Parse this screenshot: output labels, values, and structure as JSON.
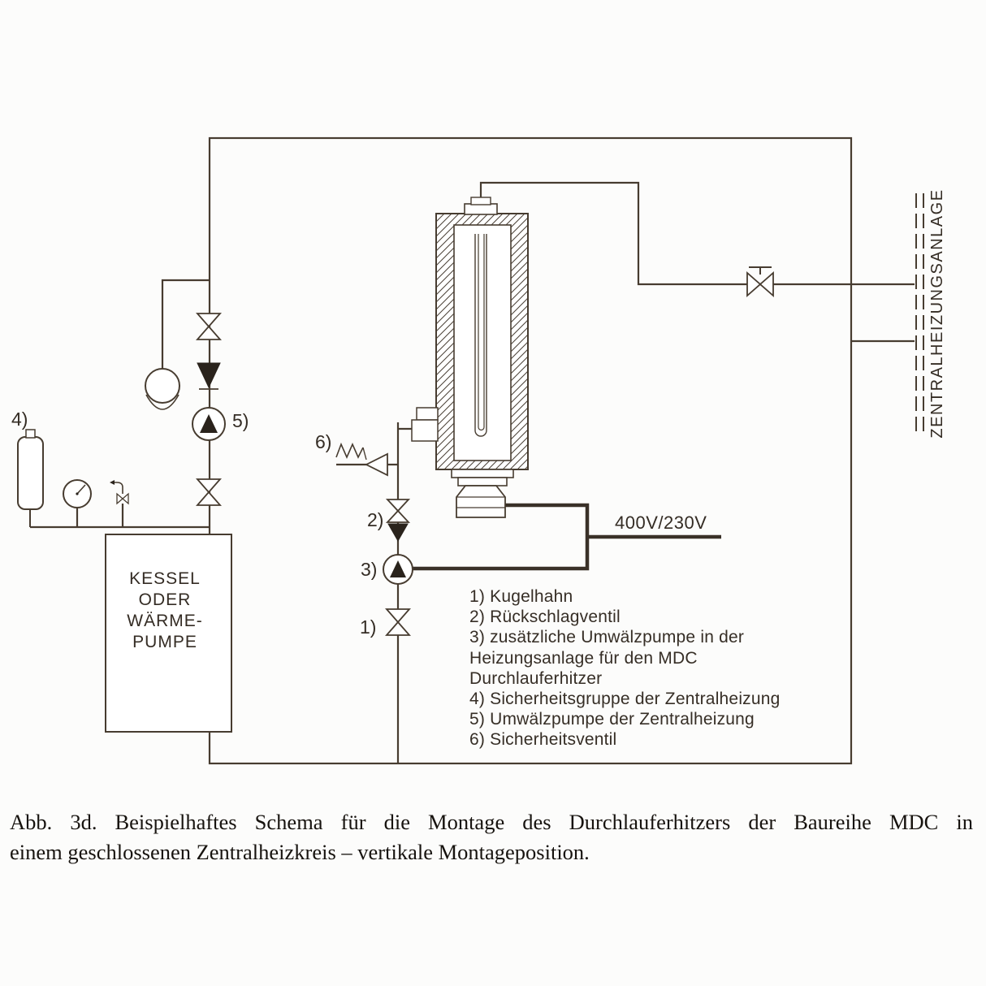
{
  "labels": {
    "n1": "1)",
    "n2": "2)",
    "n3": "3)",
    "n4": "4)",
    "n5": "5)",
    "n6": "6)",
    "voltage": "400V/230V",
    "central_heating": "ZENTRALHEIZUNGSANLAGE"
  },
  "boiler": {
    "line1": "KESSEL",
    "line2": "ODER",
    "line3": "WÄRME-",
    "line4": "PUMPE"
  },
  "legend": {
    "items": [
      "1) Kugelhahn",
      "2) Rückschlagventil",
      "3) zusätzliche Umwälzpumpe in der",
      "Heizungsanlage für den MDC",
      "Durchlauferhitzer",
      "4) Sicherheitsgruppe der Zentralheizung",
      "5) Umwälzpumpe der Zentralheizung",
      "6) Sicherheitsventil"
    ]
  },
  "caption": {
    "line1": "Abb. 3d. Beispielhaftes Schema für die Montage des Durchlauferhitzers der Baureihe MDC in",
    "line2": "einem geschlossenen Zentralheizkreis – vertikale Montageposition."
  },
  "colors": {
    "pipe": "#473c30",
    "fill_dark": "#2a231c",
    "text": "#342c24"
  },
  "icons": {
    "ball_valve": "bowtie-valve-icon",
    "check_valve": "filled-triangle-valve-icon",
    "pump": "circle-pump-icon",
    "safety_valve": "spring-relief-valve-icon",
    "expansion_vessel": "vessel-icon",
    "pressure_gauge": "gauge-icon"
  }
}
